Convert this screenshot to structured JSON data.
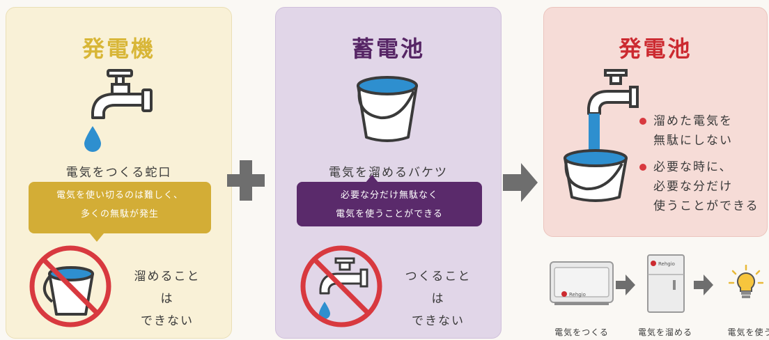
{
  "panels": {
    "generator": {
      "title": "発電機",
      "caption": "電気をつくる蛇口",
      "bubble_lines": [
        "電気を使い切るのは難しく、",
        "多くの無駄が発生"
      ],
      "cannot_lines": [
        "溜めることは",
        "できない"
      ]
    },
    "storage": {
      "title": "蓄電池",
      "caption": "電気を溜めるバケツ",
      "bubble_lines": [
        "必要な分だけ無駄なく",
        "電気を使うことができる"
      ],
      "cannot_lines": [
        "つくることは",
        "できない"
      ]
    },
    "power_station": {
      "title": "発電池",
      "points": [
        {
          "lines": [
            "溜めた電気を",
            "無駄にしない"
          ]
        },
        {
          "lines": [
            "必要な時に、",
            "必要な分だけ",
            "使うことができる"
          ]
        }
      ]
    }
  },
  "flow": {
    "steps": [
      "電気をつくる",
      "電気を溜める",
      "電気を使う"
    ]
  },
  "brand_badge": "Rehgio",
  "colors": {
    "generator_bg": "#f9f1d7",
    "storage_bg": "#e1d6e8",
    "power_bg": "#f6dcd7",
    "gold": "#d3ad36",
    "purple": "#5a2a6b",
    "red": "#cc2a30",
    "water": "#2e8fcf",
    "connector": "#6e6e6e"
  },
  "icons": [
    "faucet-icon",
    "water-drop-icon",
    "bucket-icon",
    "no-sign-icon",
    "plus-icon",
    "arrow-right-icon",
    "generator-unit-icon",
    "battery-cabinet-icon",
    "light-bulb-icon"
  ]
}
